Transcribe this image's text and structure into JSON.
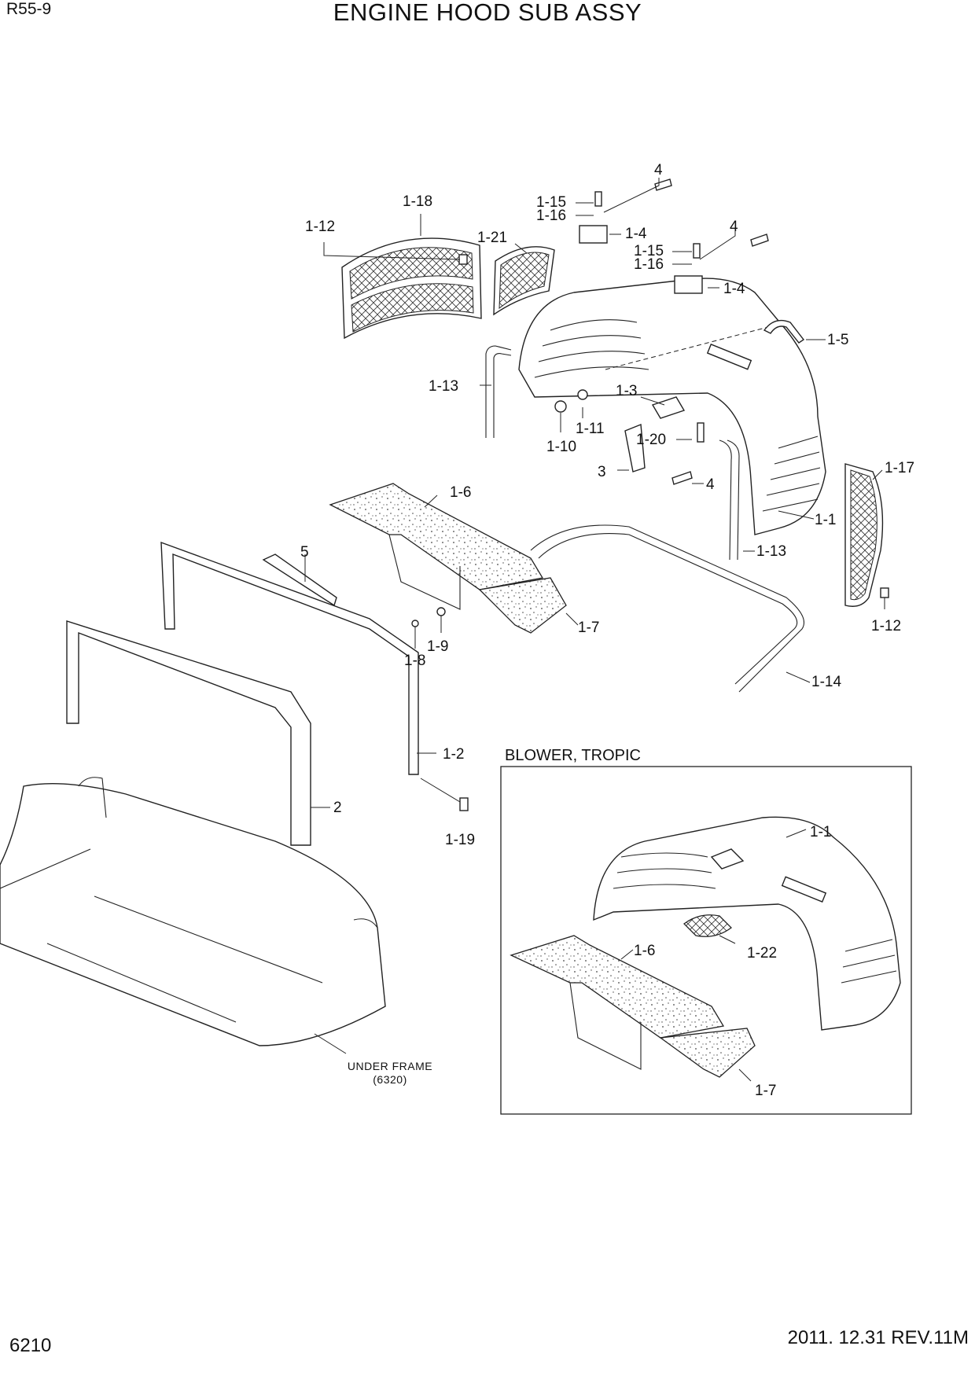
{
  "header": {
    "model": "R55-9",
    "title": "ENGINE HOOD SUB ASSY"
  },
  "footer": {
    "page_number": "6210",
    "revision": "2011. 12.31 REV.11M"
  },
  "inset": {
    "caption": "BLOWER, TROPIC"
  },
  "under_frame": {
    "line1": "UNDER FRAME",
    "line2": "(6320)"
  },
  "callouts": {
    "c1_12a": "1-12",
    "c1_18": "1-18",
    "c1_21": "1-21",
    "c1_15a": "1-15",
    "c1_16a": "1-16",
    "c4a": "4",
    "c1_4a": "1-4",
    "c4b": "4",
    "c1_15b": "1-15",
    "c1_16b": "1-16",
    "c1_4b": "1-4",
    "c1_5": "1-5",
    "c1_13a": "1-13",
    "c1_3": "1-3",
    "c1_11": "1-11",
    "c1_10": "1-10",
    "c1_20": "1-20",
    "c3": "3",
    "c4c": "4",
    "c1_17": "1-17",
    "c1_1": "1-1",
    "c1_6": "1-6",
    "c1_13b": "1-13",
    "c5": "5",
    "c1_12b": "1-12",
    "c1_9": "1-9",
    "c1_8": "1-8",
    "c1_7": "1-7",
    "c1_14": "1-14",
    "c1_2": "1-2",
    "c2": "2",
    "c1_19": "1-19",
    "i1_1": "1-1",
    "i1_6": "1-6",
    "i1_22": "1-22",
    "i1_7": "1-7"
  }
}
